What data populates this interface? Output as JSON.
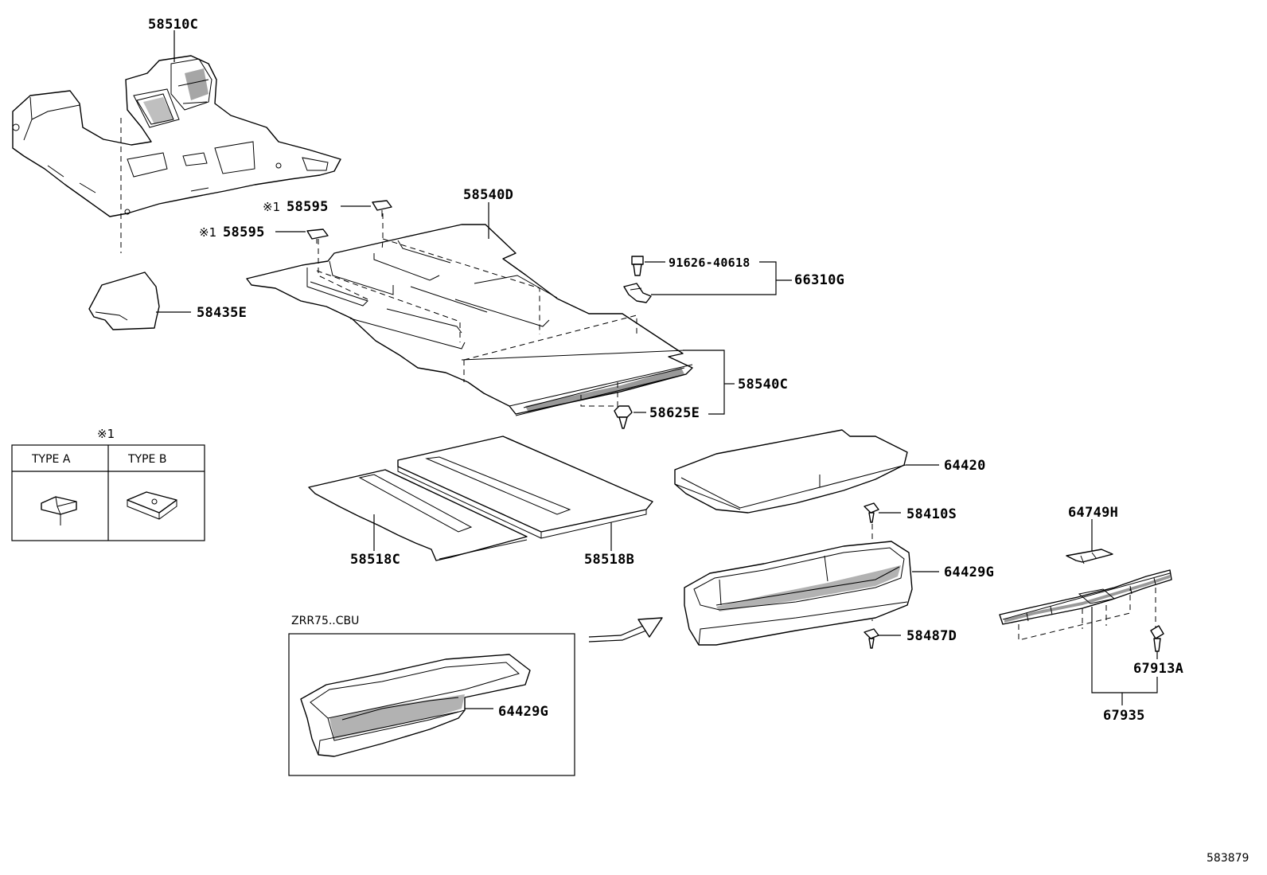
{
  "parts": {
    "p58510C": "58510C",
    "p58595_a": "58595",
    "p58595_b": "58595",
    "p58540D": "58540D",
    "p91626_40618": "91626-40618",
    "p66310G": "66310G",
    "p58435E": "58435E",
    "p58540C": "58540C",
    "p58625E": "58625E",
    "p64420": "64420",
    "p58410S": "58410S",
    "p64749H": "64749H",
    "p58518C": "58518C",
    "p58518B": "58518B",
    "p64429G_a": "64429G",
    "p64429G_b": "64429G",
    "p58487D": "58487D",
    "p67913A": "67913A",
    "p67935": "67935"
  },
  "note_mark": "※1",
  "legend": {
    "mark": "※1",
    "type_a": "TYPE A",
    "type_b": "TYPE B"
  },
  "inset": {
    "title": "ZRR75..CBU"
  },
  "diagram_id": "583879"
}
